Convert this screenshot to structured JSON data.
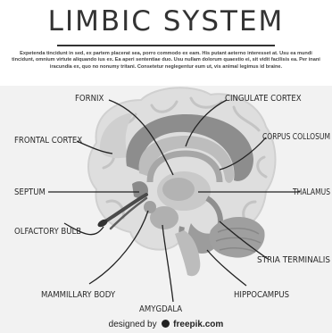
{
  "title": "LIMBIC SYSTEM",
  "intro_text": "Expetenda tincidunt in sed, ex partem placerat sea, porro commodo ex eam. His putant aeterno interesset at. Usu ea mundi tincidunt, omnium virtute aliquando ius ex. Ea aperi sententiae duo. Usu nullam dolorum quaestio ei, sit vidit facilisis ea. Per inani iracundia ex, quo no nonumy tritani. Consetetur neglegentur eum ut, vis animal legimus id braine.",
  "labels": {
    "fornix": "FORNIX",
    "cingulate_cortex": "CINGULATE CORTEX",
    "frontal_cortex": "FRONTAL CORTEX",
    "corpus_collosum": "CORPUS COLLOSUM",
    "septum": "SEPTUM",
    "thalamus": "THALAMUS",
    "olfactory_bulb": "OLFACTORY BULB",
    "stria_terminalis": "STRIA TERMINALIS",
    "mammillary_body": "MAMMILLARY BODY",
    "hippocampus": "HIPPOCAMPUS",
    "amygdala": "AMYGDALA"
  },
  "footer": {
    "prefix": "designed by",
    "brand": "freepik.com"
  }
}
